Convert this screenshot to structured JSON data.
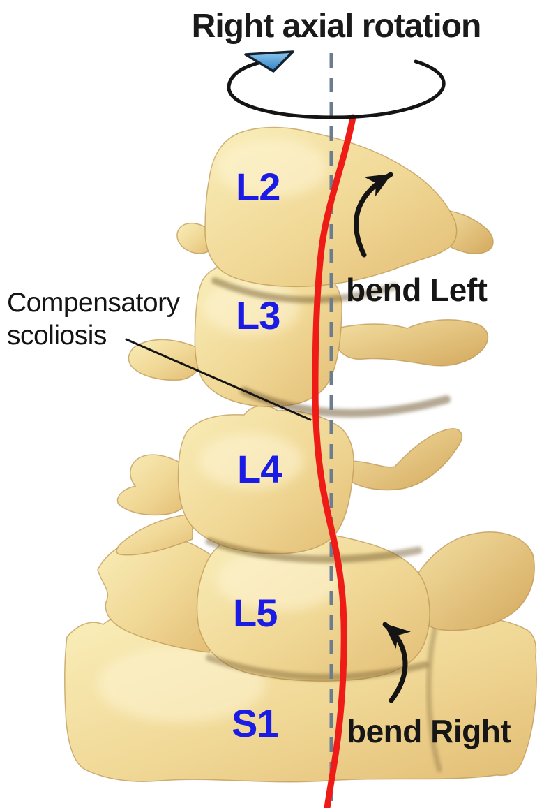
{
  "figure": {
    "title": "Right axial rotation",
    "leader_label": {
      "line1": "Compensatory",
      "line2": "scoliosis"
    },
    "bend_left": "bend Left",
    "bend_right": "bend Right",
    "vertebra_labels": [
      "L2",
      "L3",
      "L4",
      "L5",
      "S1"
    ]
  },
  "colors": {
    "title_text": "#1a1a1a",
    "vertebra_label_blue": "#1a1ce6",
    "scoliosis_curve_red": "#ee1b17",
    "rotation_axis_dash_gray": "#6d7d90",
    "annotation_black": "#151515",
    "rotation_arrowhead_blue": "#4da3e6",
    "bone_light": "#f9eeb9",
    "bone_mid": "#f0d795",
    "bone_dark": "#e2bd74"
  }
}
